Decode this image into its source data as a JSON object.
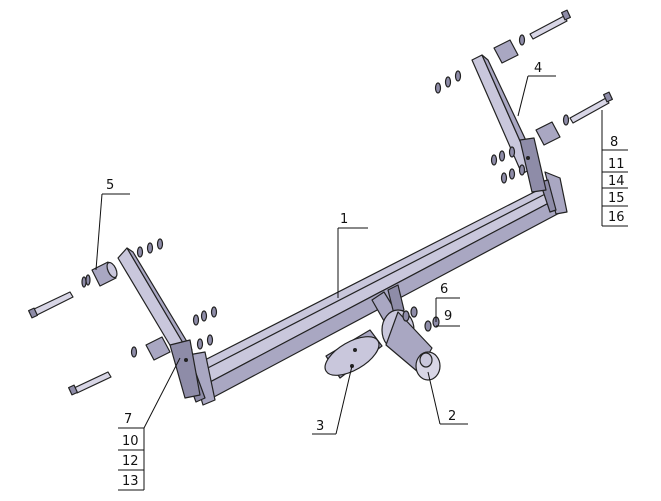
{
  "callouts": {
    "c1": "1",
    "c2": "2",
    "c3": "3",
    "c4": "4",
    "c5": "5",
    "c6": "6",
    "c9": "9",
    "left_stack": [
      "7",
      "10",
      "12",
      "13"
    ],
    "right_stack": [
      "8",
      "11",
      "14",
      "15",
      "16"
    ]
  },
  "colors": {
    "metal": "#a9a7c2",
    "metal_light": "#c9c7dc",
    "metal_dark": "#8e8ca8",
    "line": "#222222"
  }
}
